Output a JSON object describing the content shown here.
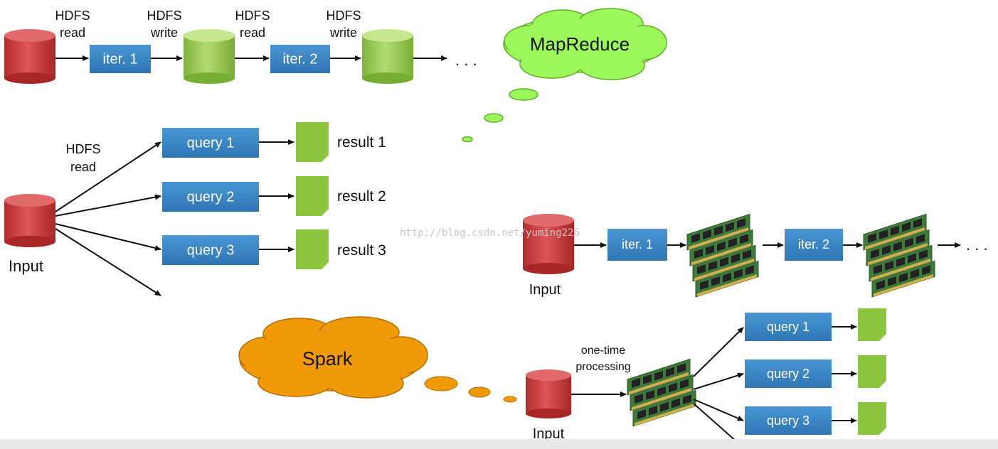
{
  "mapreduce": {
    "hdfs_read_1": [
      "HDFS",
      "read"
    ],
    "hdfs_write_1": [
      "HDFS",
      "write"
    ],
    "hdfs_read_2": [
      "HDFS",
      "read"
    ],
    "hdfs_write_2": [
      "HDFS",
      "write"
    ],
    "iter1": "iter. 1",
    "iter2": "iter. 2",
    "ellipsis": ". . .",
    "cloud": "MapReduce",
    "hdfs_read_q": [
      "HDFS",
      "read"
    ],
    "queries": [
      "query 1",
      "query 2",
      "query 3"
    ],
    "results": [
      "result 1",
      "result 2",
      "result 3"
    ],
    "input": "Input"
  },
  "spark": {
    "cloud": "Spark",
    "iter1": "iter. 1",
    "iter2": "iter. 2",
    "ellipsis": ". . .",
    "input_iter": "Input",
    "input_query": "Input",
    "one_time": [
      "one-time",
      "processing"
    ],
    "queries": [
      "query 1",
      "query 2",
      "query 3"
    ]
  },
  "watermark": "http://blog.csdn.net/yuming226",
  "colors": {
    "box_blue": "#3c86c4",
    "disk_red": "#c93a3a",
    "disk_green": "#8cc63f",
    "cloud_green": "#9cf75a",
    "cloud_orange": "#f09a0a",
    "doc_green": "#8cc63f",
    "ram_green": "#3f7f3f"
  }
}
